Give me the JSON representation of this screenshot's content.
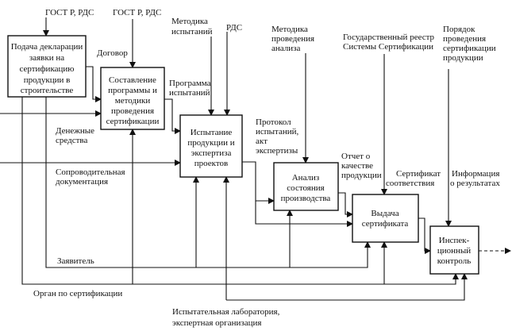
{
  "boxes": {
    "b1": [
      "Подача декларации",
      "заявки на",
      "сертификацию",
      "продукции в",
      "строительстве"
    ],
    "b2": [
      "Составление",
      "программы и",
      "методики",
      "проведения",
      "сертификации"
    ],
    "b3": [
      "Испытание",
      "продукции и",
      "экспертиза",
      "проектов"
    ],
    "b4": [
      "Анализ",
      "состояния",
      "производства"
    ],
    "b5": [
      "Выдача",
      "сертификата"
    ],
    "b6": [
      "Инспек-",
      "ционный",
      "контроль"
    ]
  },
  "controls": {
    "gost1": "ГОСТ Р,  РДС",
    "gost2": "ГОСТ Р, РДС",
    "metod_isp": [
      "Методика",
      "испытаний"
    ],
    "rds": "РДС",
    "metod_an": [
      "Методика",
      "проведения",
      "анализа"
    ],
    "reestr": [
      "Государственный реестр",
      "Системы Сертификации"
    ],
    "poryadok": [
      "Порядок",
      "проведения",
      "сертификации",
      "продукции"
    ]
  },
  "flows": {
    "dogovor": "Договор",
    "programma": [
      "Программа",
      "испытаний"
    ],
    "money": [
      "Денежные",
      "средства"
    ],
    "docs": [
      "Сопроводительная",
      "документация"
    ],
    "protokol": [
      "Протокол",
      "испытаний,",
      "акт",
      "экспертизы"
    ],
    "otchet": [
      "Отчет о",
      "качестве",
      "продукции"
    ],
    "sertifikat": [
      "Сертификат",
      "соответствия"
    ],
    "info": [
      "Информация",
      "о результатах"
    ]
  },
  "mechanisms": {
    "zayavitel": "Заявитель",
    "organ": "Орган по сертификации",
    "lab": [
      "Испытательная лаборатория,",
      "экспертная организация"
    ]
  }
}
